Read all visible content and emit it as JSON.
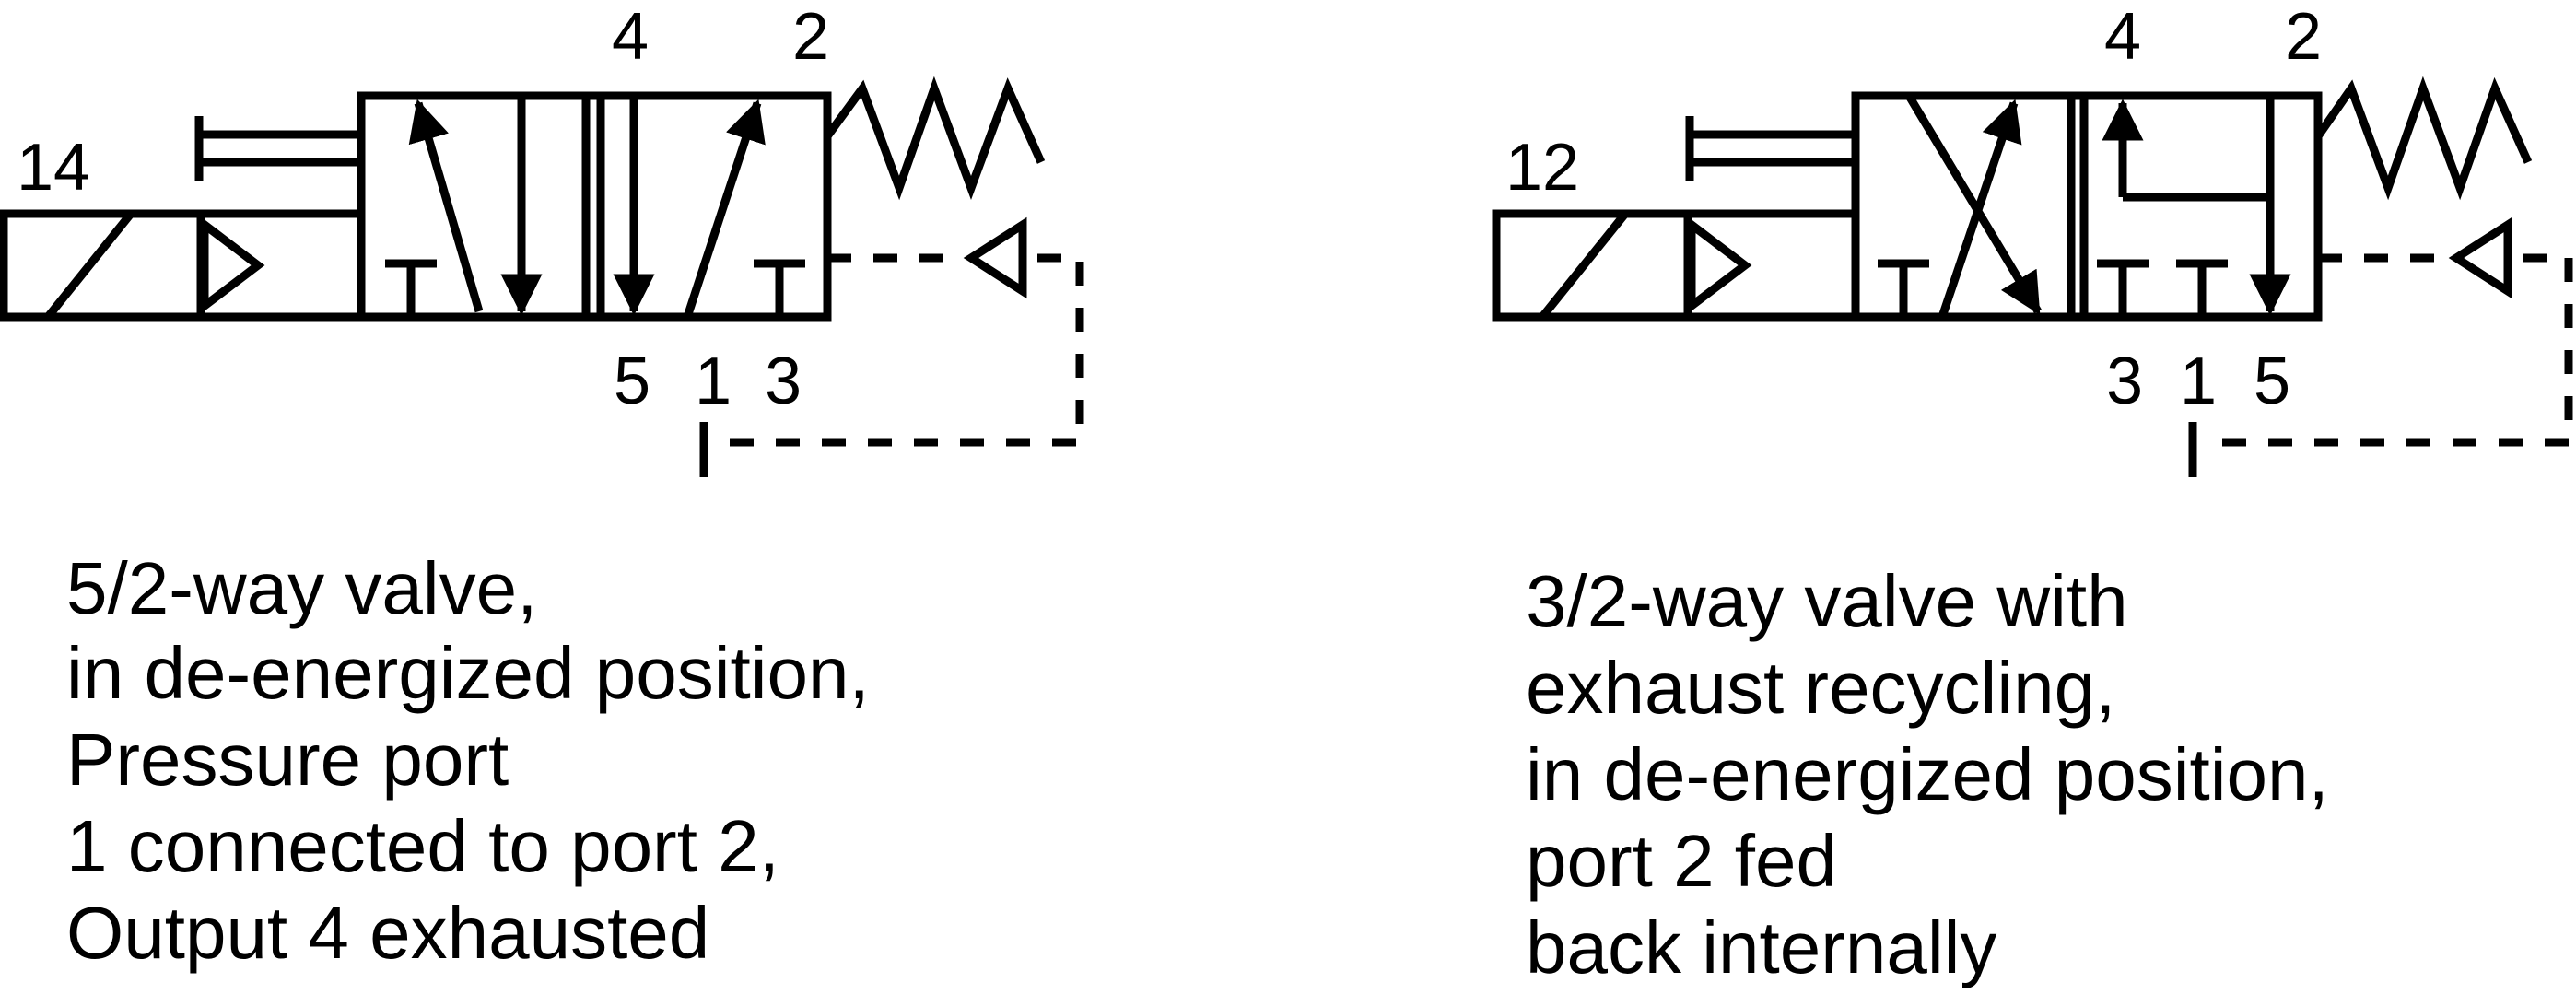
{
  "valve_left": {
    "port_labels": {
      "a": "4",
      "b": "2",
      "c": "5",
      "d": "1",
      "e": "3",
      "pilot": "14"
    },
    "caption": [
      "5/2-way valve,",
      "in de-energized position,",
      "Pressure port",
      "1 connected to port 2,",
      "Output 4 exhausted"
    ]
  },
  "valve_right": {
    "port_labels": {
      "a": "4",
      "b": "2",
      "c": "3",
      "d": "1",
      "e": "5",
      "pilot": "12"
    },
    "caption": [
      "3/2-way valve with",
      "exhaust recycling,",
      "in de-energized position,",
      "port 2 fed",
      "back internally"
    ]
  }
}
